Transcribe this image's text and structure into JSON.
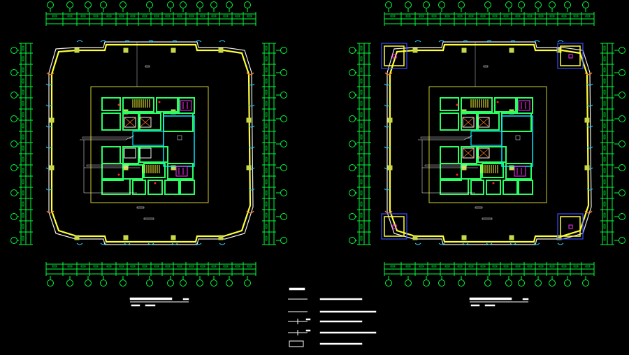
{
  "colors": {
    "background": "#000000",
    "dimension": "#00ff3c",
    "axis_bubble": "#00ff3c",
    "column": "#c8d84a",
    "column_cyan": "#20c8ff",
    "wall_yellow": "#ffff3a",
    "wall_cyan": "#00e8ff",
    "wall_white": "#f0f0f0",
    "core_green": "#2aff62",
    "magenta": "#ff30ff",
    "orange": "#ff7a1a",
    "blue": "#3a4cff",
    "red": "#ff2020",
    "text": "#ffffff"
  },
  "plans": [
    {
      "id": "plan-left",
      "corner_rooms": false
    },
    {
      "id": "plan-right",
      "corner_rooms": true
    }
  ],
  "legend_rows": [
    {
      "symbol": "thin-line"
    },
    {
      "symbol": "thin-line"
    },
    {
      "symbol": "arrow-down"
    },
    {
      "symbol": "arrow-up"
    },
    {
      "symbol": "rectangle"
    }
  ]
}
